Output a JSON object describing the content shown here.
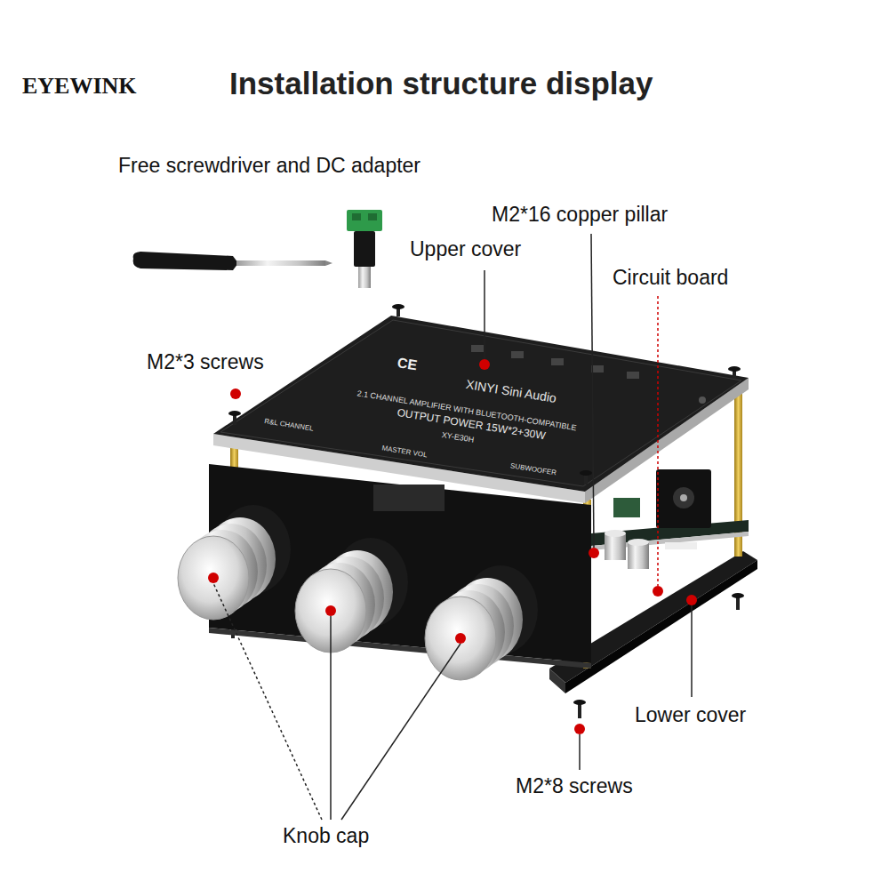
{
  "diagram": {
    "title": "Installation structure display",
    "labels": [
      "EYEWINK",
      "Free screwdriver and DC adapter",
      "M2*16 copper pillar",
      "Upper cover",
      "Circuit board",
      "M2*3 screws",
      "CE",
      "R&L CHANNEL",
      "XINYI Sini Audio",
      "2.1 CHANNEL AMPLIFIER WITH BLUETOOTH-COMPATIBLE",
      "OUTPUT POWER 15W*2+30W",
      "XY-E30H",
      "MASTER VOL",
      "SUBWOOFER",
      "Lower cover",
      "M2*8 screws",
      "Knob cap"
    ]
  }
}
